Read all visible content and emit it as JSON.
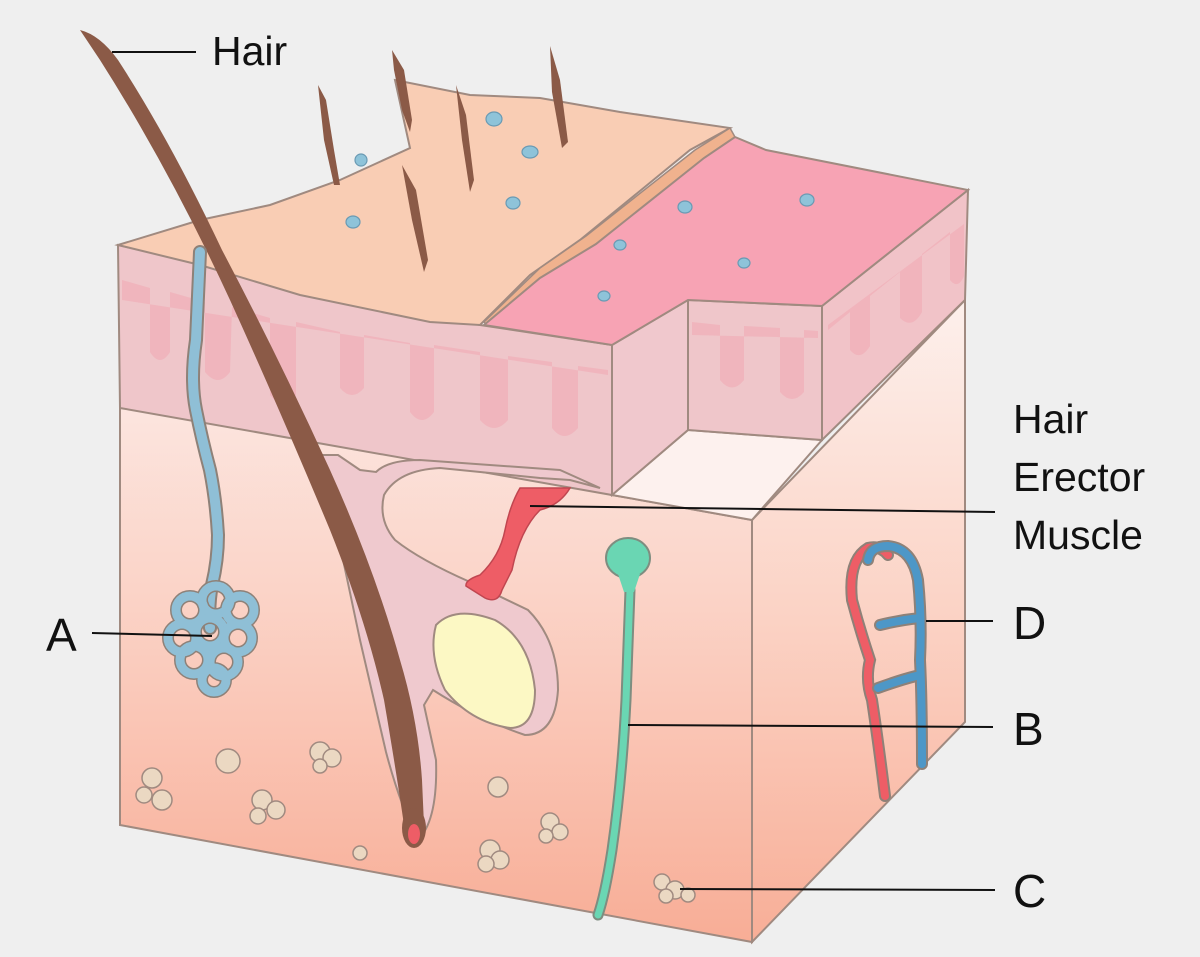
{
  "labels": {
    "hair": "Hair",
    "muscle": [
      "Hair",
      "Erector",
      "Muscle"
    ],
    "a": "A",
    "b": "B",
    "c": "C",
    "d": "D"
  },
  "colors": {
    "background": "#efefef",
    "epidermis_top": "#f9cdb3",
    "epidermis_cut_top": "#f7a3b3",
    "epidermis_side": "#f1c9cf",
    "dermis_top": "#fbe9e6",
    "dermis_bottom": "#f8b09a",
    "hair": "#8b5a47",
    "sweat_gland": "#8fbfd6",
    "hair_erector_muscle": "#ee5d66",
    "sebaceous_gland": "#fbf7c2",
    "nerve": "#6ad6b3",
    "artery": "#ee5d66",
    "vein": "#4d97c7",
    "fat_cells": "#e9d6c0",
    "outline": "#9f8a80"
  }
}
